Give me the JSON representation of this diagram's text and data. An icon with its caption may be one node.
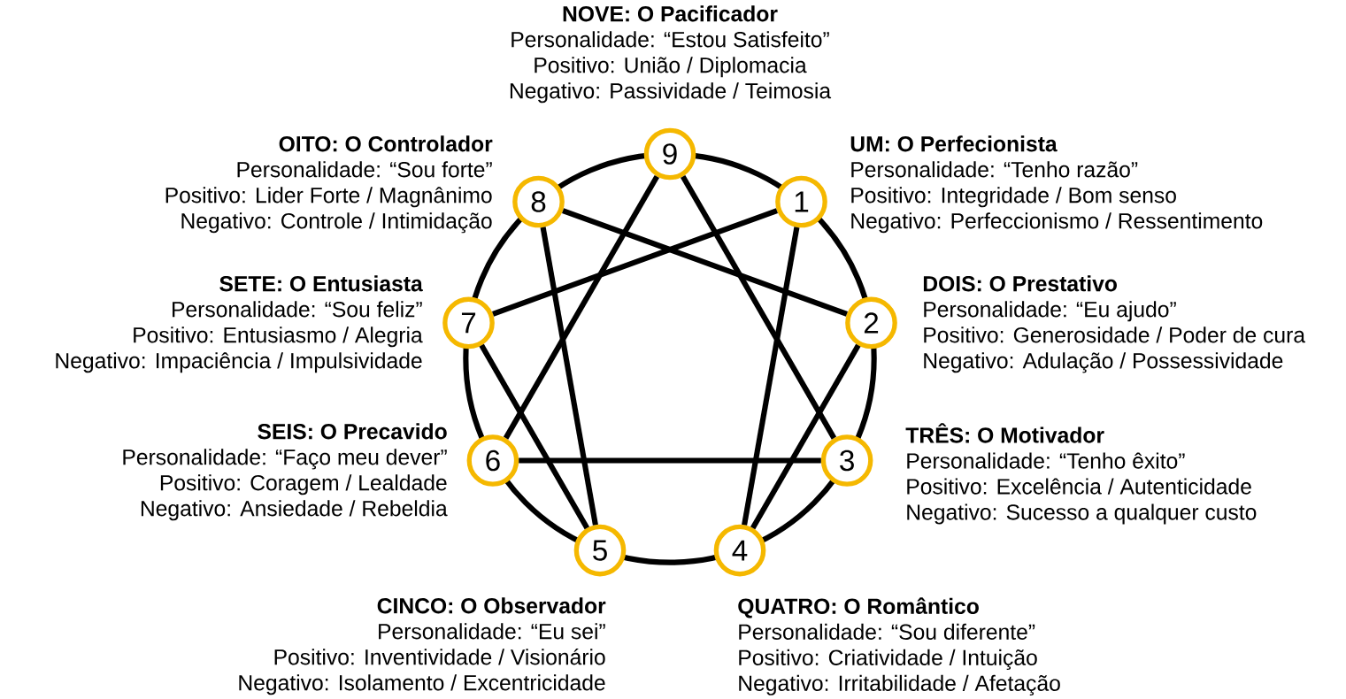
{
  "diagram": {
    "nodes": [
      {
        "text": [
          "9"
        ],
        "beside": [
          "NOVE: O Pacificador",
          "Personalidade: “Estou Satisfeito”",
          "Positivo: União / Diplomacia",
          "Negativo: Passividade / Teimosia"
        ]
      },
      {
        "text": [
          "8"
        ],
        "beside": [
          "OITO: O Controlador",
          "Personalidade: “Sou forte”",
          "Positivo: Lider Forte / Magnânimo",
          "Negativo: Controle / Intimidação"
        ]
      },
      {
        "text": [
          "1"
        ],
        "beside": [
          "UM: O Perfecionista",
          "Personalidade: “Tenho razão”",
          "Positivo: Integridade / Bom senso",
          "Negativo: Perfeccionismo / Ressentimento"
        ]
      },
      {
        "text": [
          "7"
        ],
        "beside": [
          "SETE: O Entusiasta",
          "Personalidade: “Sou feliz”",
          "Positivo: Entusiasmo / Alegria",
          "Negativo: Impaciência / Impulsividade"
        ]
      },
      {
        "text": [
          "2"
        ],
        "beside": [
          "DOIS: O Prestativo",
          "Personalidade: “Eu ajudo”",
          "Positivo: Generosidade / Poder de cura",
          "Negativo: Adulação / Possessividade"
        ]
      },
      {
        "text": [
          "6"
        ],
        "beside": [
          "SEIS: O Precavido",
          "Personalidade: “Faço meu dever”",
          "Positivo: Coragem / Lealdade",
          "Negativo: Ansiedade / Rebeldia"
        ]
      },
      {
        "text": [
          "3"
        ],
        "beside": [
          "TRÊS: O Motivador",
          "Personalidade: “Tenho êxito”",
          "Positivo: Excelência / Autenticidade",
          "Negativo: Sucesso a qualquer custo"
        ]
      },
      {
        "text": [
          "5"
        ],
        "beside": [
          "CINCO: O Observador",
          "Personalidade: “Eu sei”",
          "Positivo: Inventividade / Visionário",
          "Negativo: Isolamento / Excentricidade"
        ]
      },
      {
        "text": [
          "4"
        ],
        "beside": [
          "QUATRO: O Romântico",
          "Personalidade: “Sou diferente”",
          "Positivo: Criatividade / Intuição",
          "Negativo: Irritabilidade / Afetação"
        ]
      }
    ],
    "edges": [
      {
        "from": 0,
        "to": 6,
        "arrow": "none"
      },
      {
        "from": 0,
        "to": 5,
        "arrow": "none"
      },
      {
        "from": 6,
        "to": 5,
        "arrow": "none"
      },
      {
        "from": 2,
        "to": 8,
        "arrow": "none"
      },
      {
        "from": 8,
        "to": 4,
        "arrow": "none"
      },
      {
        "from": 4,
        "to": 1,
        "arrow": "none"
      },
      {
        "from": 1,
        "to": 7,
        "arrow": "none"
      },
      {
        "from": 7,
        "to": 3,
        "arrow": "none"
      },
      {
        "from": 3,
        "to": 2,
        "arrow": "none"
      }
    ]
  }
}
